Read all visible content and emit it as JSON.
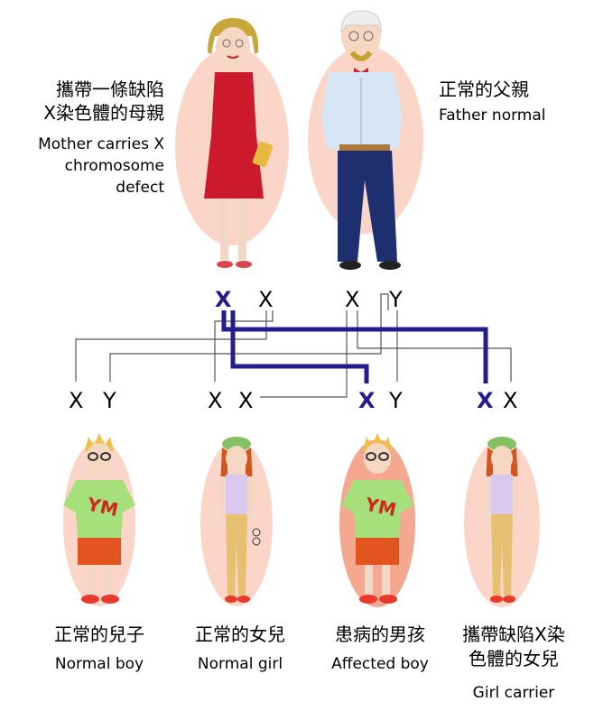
{
  "colors": {
    "defect": "#241c8c",
    "line": "#555555",
    "oval": "#fbd6c8",
    "oval_affected": "#f4a890",
    "dress": "#cc1a2c",
    "shirt_blue": "#d6e6f6",
    "pants_navy": "#1d2f6e",
    "shirt_green": "#a6e07a",
    "shorts_orange": "#e2541e",
    "pants_tan": "#e6c070",
    "top_lilac": "#d9c9ef"
  },
  "mother": {
    "label_cn_1": "攜帶一條缺陷",
    "label_cn_2": "X染色體的母親",
    "label_en_1": "Mother carries X",
    "label_en_2": "chromosome",
    "label_en_3": "defect",
    "chromosomes": [
      "X",
      "X"
    ]
  },
  "father": {
    "label_cn": "正常的父親",
    "label_en": "Father normal",
    "chromosomes": [
      "X",
      "Y"
    ]
  },
  "children": [
    {
      "label_cn": "正常的兒子",
      "label_en": "Normal boy",
      "chromosomes": [
        "X",
        "Y"
      ]
    },
    {
      "label_cn": "正常的女兒",
      "label_en": "Normal girl",
      "chromosomes": [
        "X",
        "X"
      ]
    },
    {
      "label_cn": "患病的男孩",
      "label_en": "Affected boy",
      "chromosomes": [
        "X",
        "Y"
      ]
    },
    {
      "label_cn_1": "攜帶缺陷X染",
      "label_cn_2": "色體的女兒",
      "label_en": "Girl carrier",
      "chromosomes": [
        "X",
        "X"
      ]
    }
  ]
}
